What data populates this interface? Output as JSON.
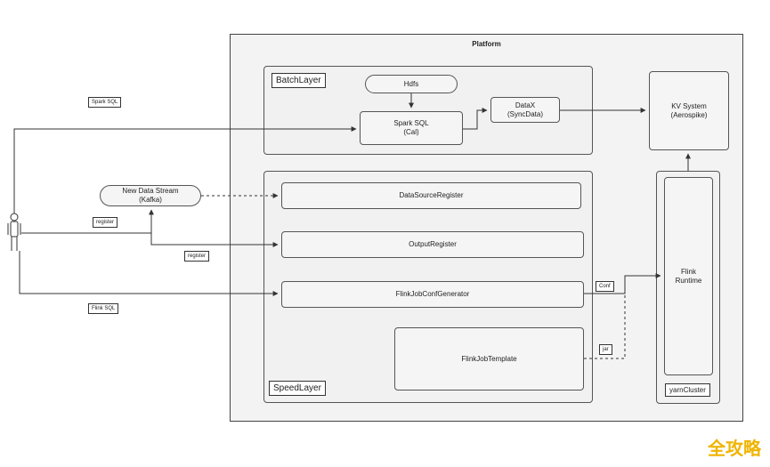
{
  "platform": {
    "title": "Platform"
  },
  "batch_layer": {
    "label": "BatchLayer",
    "hdfs": "Hdfs",
    "spark_sql": "Spark SQL\n(Cal)",
    "datax": "DataX\n(SyncData)"
  },
  "kv_system": "KV System\n(Aerospike)",
  "speed_layer": {
    "label": "SpeedLayer",
    "datasource_register": "DataSourceRegister",
    "output_register": "OutputRegister",
    "flink_job_conf_generator": "FlinkJobConfGenerator",
    "flink_job_template": "FlinkJobTemplate"
  },
  "yarn_cluster": {
    "label": "yarnCluster",
    "flink_runtime": "Flink\nRuntime"
  },
  "data_stream": "New Data Stream\n(Kafka)",
  "edge_labels": {
    "spark_sql": "Spark SQL",
    "register_top": "register",
    "register_bottom": "register",
    "flink_sql": "Flink SQL",
    "conf": "Conf",
    "jar": "jar"
  },
  "actor": {
    "icon": "user-icon"
  },
  "watermark": "全攻略",
  "colors": {
    "stroke": "#333333",
    "panel": "#f3f3f3",
    "watermark": "#f0b400"
  }
}
